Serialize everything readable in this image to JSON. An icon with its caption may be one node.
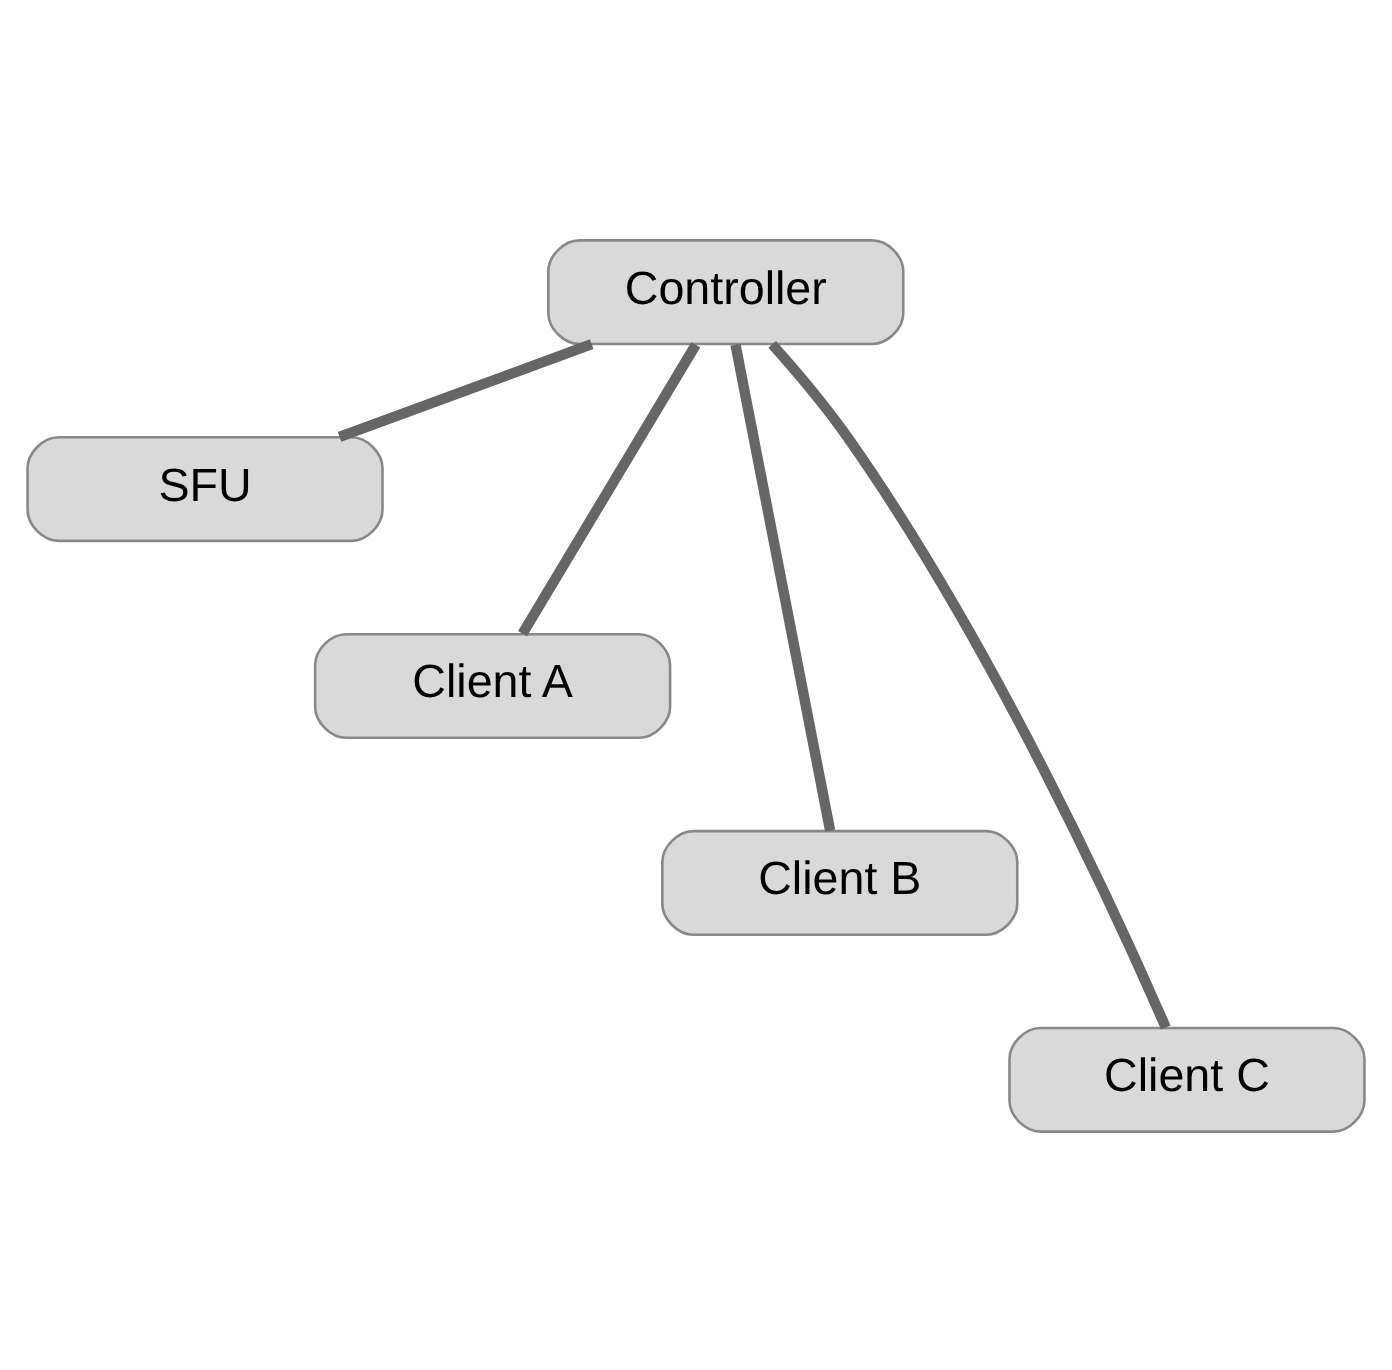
{
  "diagram": {
    "nodes": [
      {
        "text": [
          "Controller"
        ]
      },
      {
        "text": [
          "SFU"
        ]
      },
      {
        "text": [
          "Client A"
        ]
      },
      {
        "text": [
          "Client B"
        ]
      },
      {
        "text": [
          "Client C"
        ]
      }
    ],
    "edges": [
      {
        "from": 0,
        "to": 1,
        "arrow": "none"
      },
      {
        "from": 0,
        "to": 2,
        "arrow": "none"
      },
      {
        "from": 0,
        "to": 3,
        "arrow": "none"
      },
      {
        "from": 0,
        "to": 4,
        "arrow": "none"
      }
    ]
  }
}
